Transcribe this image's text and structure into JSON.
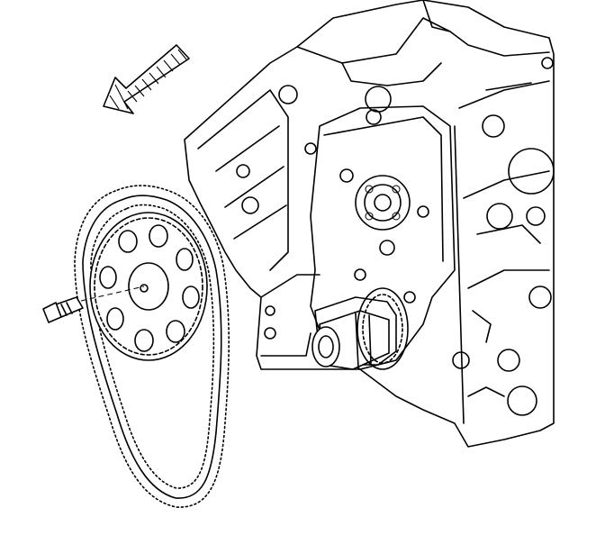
{
  "figure": {
    "kind": "line-art service illustration",
    "components": [
      "engine-block",
      "camshaft-sprocket",
      "timing-chain",
      "camshaft-sprocket-bolt",
      "crankshaft-sprocket",
      "direction-arrow",
      "camshaft-nose"
    ]
  },
  "colors": {
    "line": "#000000",
    "background": "#ffffff"
  },
  "arrow_direction": "up-left"
}
